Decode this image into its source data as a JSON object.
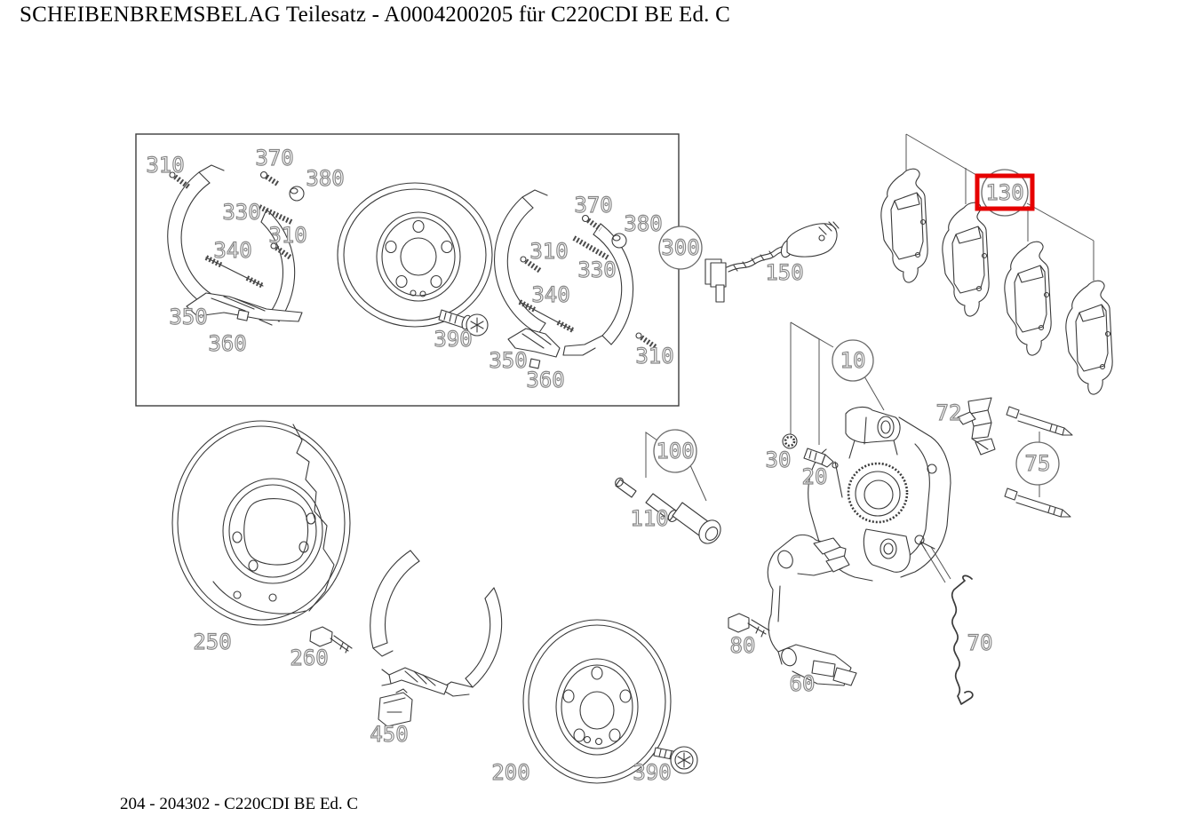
{
  "title": "SCHEIBENBREMSBELAG Teilesatz - A0004200205 für C220CDI BE Ed. C",
  "footer": "204 - 204302 - C220CDI BE Ed. C",
  "highlighted_part": "130",
  "colors": {
    "highlight": "#e60000",
    "line": "#3a3a3a",
    "callout_outline": "#868686"
  },
  "inset": {
    "left": [
      "310",
      "370",
      "380",
      "330",
      "310",
      "340",
      "350",
      "360",
      "390"
    ],
    "right": [
      "370",
      "380",
      "310",
      "330",
      "340",
      "350",
      "360",
      "310"
    ],
    "assembly_ref": "300",
    "sensor": "150"
  },
  "pads": {
    "ref": "130"
  },
  "caliper": {
    "ref": "10",
    "nut": "30",
    "bleeder": "20",
    "clip": "72",
    "pins_ref": "75",
    "sleeve_ref": "100",
    "sleeve_parts": "110"
  },
  "underside": {
    "shield": "250",
    "shield_bolt": "260",
    "adjuster": "450",
    "disc": "200",
    "disc_screw": "390",
    "carrier_bolt": "80",
    "carrier": "60",
    "spring": "70"
  }
}
